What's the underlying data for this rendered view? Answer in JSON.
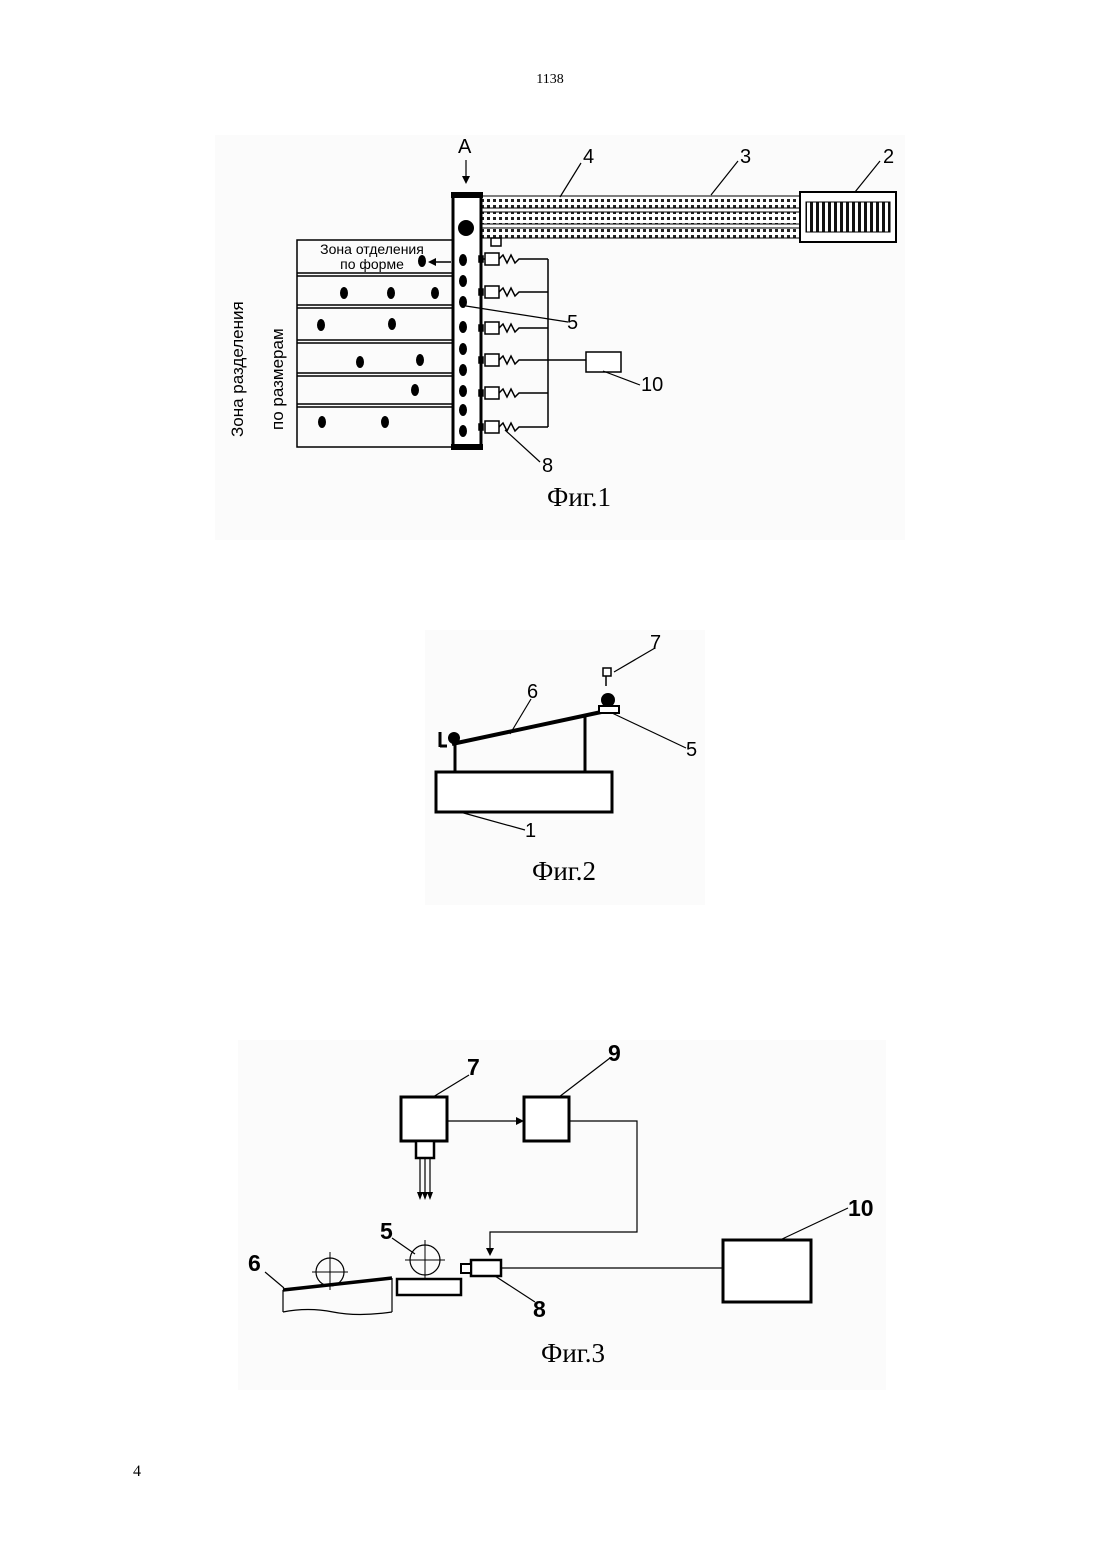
{
  "page": {
    "header_number": "1138",
    "page_number": "4"
  },
  "fig1": {
    "caption": "Фиг.1",
    "view_label": "А",
    "zone_size_line1": "Зона разделения",
    "zone_size_line2": "по размерам",
    "zone_shape_line1": "Зона отделения",
    "zone_shape_line2": "по форме",
    "labels": {
      "n2": "2",
      "n3": "3",
      "n4": "4",
      "n5": "5",
      "n8": "8",
      "n10": "10"
    }
  },
  "fig2": {
    "caption": "Фиг.2",
    "labels": {
      "n1": "1",
      "n5": "5",
      "n6": "6",
      "n7": "7"
    }
  },
  "fig3": {
    "caption": "Фиг.3",
    "labels": {
      "n5": "5",
      "n6": "6",
      "n7": "7",
      "n8": "8",
      "n9": "9",
      "n10": "10"
    }
  }
}
